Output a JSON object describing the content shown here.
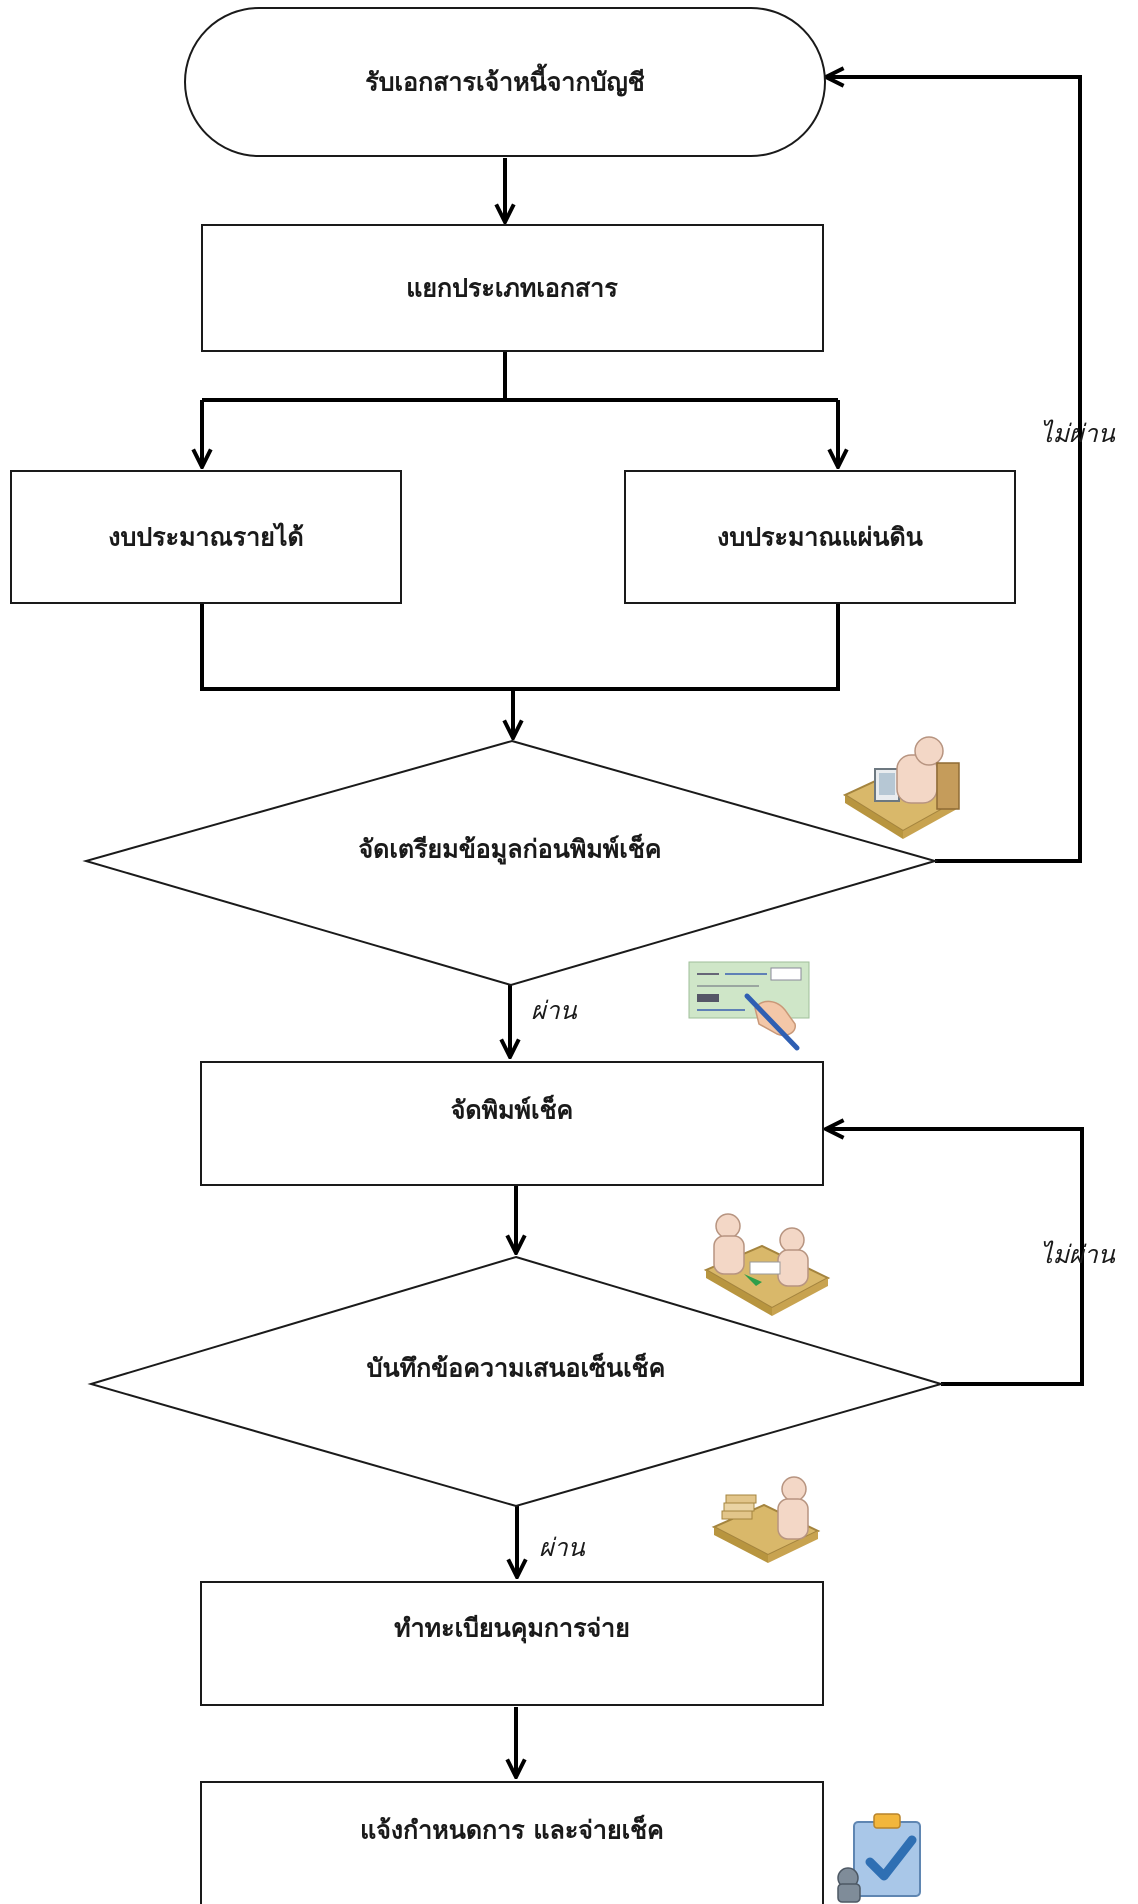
{
  "nodes": {
    "start": "รับเอกสารเจ้าหนี้จากบัญชี",
    "sort_documents": "แยกประเภทเอกสาร",
    "revenue_budget": "งบประมาณรายได้",
    "state_budget": "งบประมาณแผ่นดิน",
    "prepare_data": "จัดเตรียมข้อมูลก่อนพิมพ์เช็ค",
    "print_cheque": "จัดพิมพ์เช็ค",
    "record_memo": "บันทึกข้อความเสนอเซ็นเช็ค",
    "payment_register": "ทำทะเบียนคุมการจ่าย",
    "notify_pay": "แจ้งกำหนดการ และจ่ายเช็ค"
  },
  "edges": {
    "fail_label_1": "ไม่ผ่าน",
    "pass_label_1": "ผ่าน",
    "fail_label_2": "ไม่ผ่าน",
    "pass_label_2": "ผ่าน"
  },
  "illustrations": {
    "computer_worker": "computer-worker-icon",
    "cheque_writing": "cheque-writing-icon",
    "meeting": "meeting-icon",
    "document_worker": "document-worker-icon",
    "checklist": "checklist-icon"
  },
  "colors": {
    "line": "#000000",
    "box_fill": "#ffffff",
    "desk": "#d9b86a",
    "person": "#f3d7c6",
    "cheque": "#cfe6c8",
    "check_blue": "#2f6fb3"
  }
}
